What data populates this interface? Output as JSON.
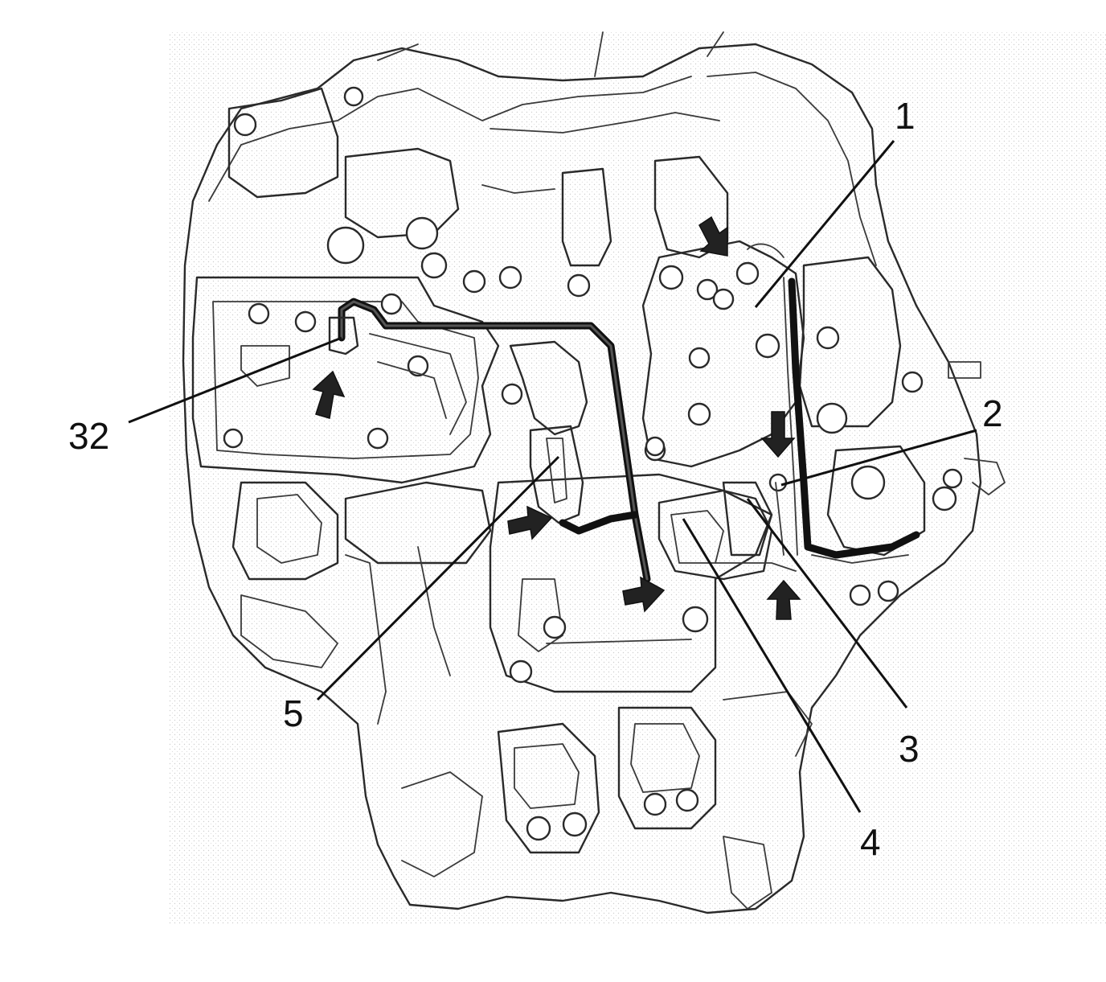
{
  "figure": {
    "callouts": [
      {
        "id": "1",
        "label": "1"
      },
      {
        "id": "2",
        "label": "2"
      },
      {
        "id": "3",
        "label": "3"
      },
      {
        "id": "4",
        "label": "4"
      },
      {
        "id": "5",
        "label": "5"
      },
      {
        "id": "32",
        "label": "32"
      }
    ],
    "colors": {
      "line": "#2a2a2a",
      "harness": "#111111",
      "background": "#ffffff",
      "stipple": "#d9d9d9"
    }
  }
}
